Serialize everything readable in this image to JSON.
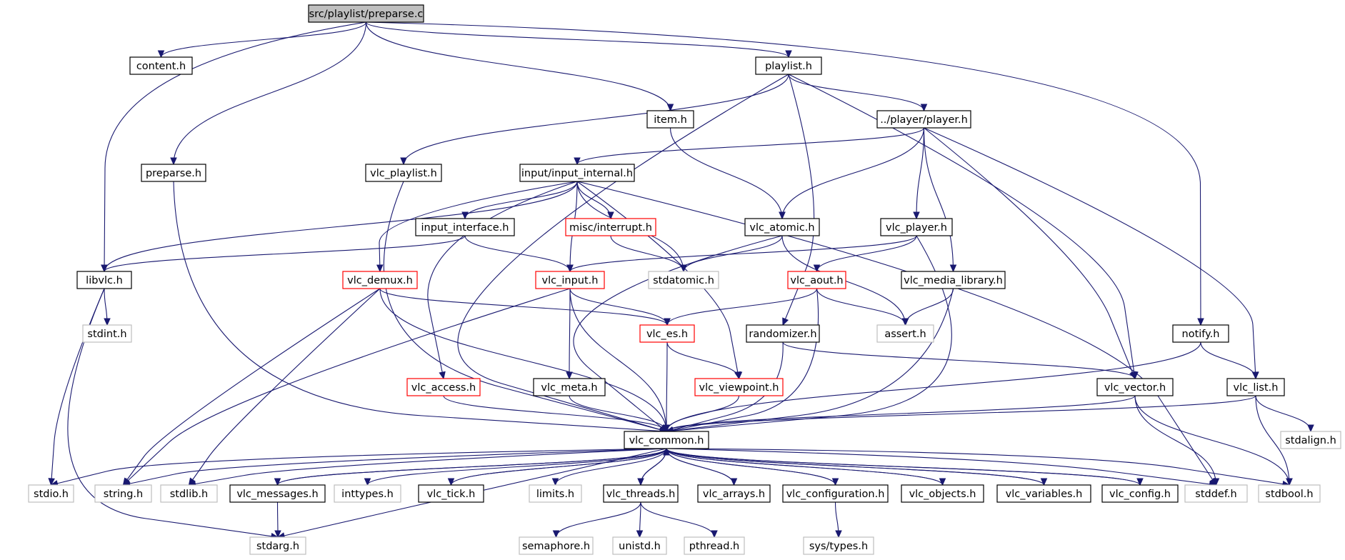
{
  "diagram": {
    "colors": {
      "edge": "#191970",
      "border_normal": "#000000",
      "border_incomplete": "#ff0000",
      "border_system": "#bfbfbf",
      "fill_root": "#bfbfbf",
      "fill_normal": "#ffffff",
      "label": "#000000"
    },
    "nodes": [
      {
        "id": "root",
        "label": "src/playlist/preparse.c",
        "style": "root"
      },
      {
        "id": "content",
        "label": "content.h",
        "style": "normal"
      },
      {
        "id": "playlist",
        "label": "playlist.h",
        "style": "normal"
      },
      {
        "id": "item",
        "label": "item.h",
        "style": "normal"
      },
      {
        "id": "preparse",
        "label": "preparse.h",
        "style": "normal"
      },
      {
        "id": "player",
        "label": "../player/player.h",
        "style": "normal"
      },
      {
        "id": "vlc_playlist",
        "label": "vlc_playlist.h",
        "style": "normal"
      },
      {
        "id": "input_internal",
        "label": "input/input_internal.h",
        "style": "normal"
      },
      {
        "id": "input_interface",
        "label": "input_interface.h",
        "style": "normal"
      },
      {
        "id": "interrupt",
        "label": "misc/interrupt.h",
        "style": "incomplete"
      },
      {
        "id": "vlc_atomic",
        "label": "vlc_atomic.h",
        "style": "normal"
      },
      {
        "id": "vlc_player",
        "label": "vlc_player.h",
        "style": "normal"
      },
      {
        "id": "libvlc",
        "label": "libvlc.h",
        "style": "normal"
      },
      {
        "id": "vlc_demux",
        "label": "vlc_demux.h",
        "style": "incomplete"
      },
      {
        "id": "vlc_input",
        "label": "vlc_input.h",
        "style": "incomplete"
      },
      {
        "id": "stdatomic",
        "label": "stdatomic.h",
        "style": "system"
      },
      {
        "id": "vlc_aout",
        "label": "vlc_aout.h",
        "style": "incomplete"
      },
      {
        "id": "vlc_media_library",
        "label": "vlc_media_library.h",
        "style": "normal"
      },
      {
        "id": "stdint",
        "label": "stdint.h",
        "style": "system"
      },
      {
        "id": "vlc_es",
        "label": "vlc_es.h",
        "style": "incomplete"
      },
      {
        "id": "randomizer",
        "label": "randomizer.h",
        "style": "normal"
      },
      {
        "id": "assert",
        "label": "assert.h",
        "style": "system"
      },
      {
        "id": "notify",
        "label": "notify.h",
        "style": "normal"
      },
      {
        "id": "vlc_access",
        "label": "vlc_access.h",
        "style": "incomplete"
      },
      {
        "id": "vlc_meta",
        "label": "vlc_meta.h",
        "style": "normal"
      },
      {
        "id": "vlc_viewpoint",
        "label": "vlc_viewpoint.h",
        "style": "incomplete"
      },
      {
        "id": "vlc_vector",
        "label": "vlc_vector.h",
        "style": "normal"
      },
      {
        "id": "vlc_list",
        "label": "vlc_list.h",
        "style": "normal"
      },
      {
        "id": "vlc_common",
        "label": "vlc_common.h",
        "style": "normal"
      },
      {
        "id": "stdalign",
        "label": "stdalign.h",
        "style": "system"
      },
      {
        "id": "stdio",
        "label": "stdio.h",
        "style": "system"
      },
      {
        "id": "string",
        "label": "string.h",
        "style": "system"
      },
      {
        "id": "stdlib",
        "label": "stdlib.h",
        "style": "system"
      },
      {
        "id": "vlc_messages",
        "label": "vlc_messages.h",
        "style": "normal"
      },
      {
        "id": "inttypes",
        "label": "inttypes.h",
        "style": "system"
      },
      {
        "id": "vlc_tick",
        "label": "vlc_tick.h",
        "style": "normal"
      },
      {
        "id": "limits",
        "label": "limits.h",
        "style": "system"
      },
      {
        "id": "vlc_threads",
        "label": "vlc_threads.h",
        "style": "normal"
      },
      {
        "id": "vlc_arrays",
        "label": "vlc_arrays.h",
        "style": "normal"
      },
      {
        "id": "vlc_configuration",
        "label": "vlc_configuration.h",
        "style": "normal"
      },
      {
        "id": "vlc_objects",
        "label": "vlc_objects.h",
        "style": "normal"
      },
      {
        "id": "vlc_variables",
        "label": "vlc_variables.h",
        "style": "normal"
      },
      {
        "id": "vlc_config",
        "label": "vlc_config.h",
        "style": "normal"
      },
      {
        "id": "stddef",
        "label": "stddef.h",
        "style": "system"
      },
      {
        "id": "stdbool",
        "label": "stdbool.h",
        "style": "system"
      },
      {
        "id": "stdarg",
        "label": "stdarg.h",
        "style": "system"
      },
      {
        "id": "semaphore",
        "label": "semaphore.h",
        "style": "system"
      },
      {
        "id": "unistd",
        "label": "unistd.h",
        "style": "system"
      },
      {
        "id": "pthread",
        "label": "pthread.h",
        "style": "system"
      },
      {
        "id": "sys_types",
        "label": "sys/types.h",
        "style": "system"
      }
    ],
    "edges": [
      [
        "root",
        "content"
      ],
      [
        "root",
        "playlist"
      ],
      [
        "root",
        "item"
      ],
      [
        "root",
        "preparse"
      ],
      [
        "root",
        "libvlc"
      ],
      [
        "root",
        "notify"
      ],
      [
        "playlist",
        "player"
      ],
      [
        "playlist",
        "vlc_playlist"
      ],
      [
        "playlist",
        "randomizer"
      ],
      [
        "playlist",
        "vlc_vector"
      ],
      [
        "playlist",
        "vlc_common"
      ],
      [
        "item",
        "vlc_atomic"
      ],
      [
        "preparse",
        "vlc_common"
      ],
      [
        "player",
        "input_internal"
      ],
      [
        "player",
        "vlc_player"
      ],
      [
        "player",
        "vlc_atomic"
      ],
      [
        "player",
        "vlc_media_library"
      ],
      [
        "player",
        "vlc_vector"
      ],
      [
        "player",
        "vlc_list"
      ],
      [
        "vlc_playlist",
        "vlc_common"
      ],
      [
        "input_internal",
        "libvlc"
      ],
      [
        "input_internal",
        "input_interface"
      ],
      [
        "input_internal",
        "interrupt"
      ],
      [
        "input_internal",
        "vlc_demux"
      ],
      [
        "input_internal",
        "vlc_input"
      ],
      [
        "input_internal",
        "stdatomic"
      ],
      [
        "input_internal",
        "vlc_access"
      ],
      [
        "input_internal",
        "vlc_viewpoint"
      ],
      [
        "input_internal",
        "stddef"
      ],
      [
        "input_interface",
        "libvlc"
      ],
      [
        "input_interface",
        "vlc_input"
      ],
      [
        "interrupt",
        "stdatomic"
      ],
      [
        "vlc_atomic",
        "vlc_common"
      ],
      [
        "vlc_atomic",
        "stdatomic"
      ],
      [
        "vlc_atomic",
        "assert"
      ],
      [
        "vlc_player",
        "vlc_input"
      ],
      [
        "vlc_player",
        "vlc_aout"
      ],
      [
        "vlc_player",
        "vlc_common"
      ],
      [
        "libvlc",
        "stdint"
      ],
      [
        "libvlc",
        "stdio"
      ],
      [
        "libvlc",
        "stdarg"
      ],
      [
        "vlc_demux",
        "vlc_es"
      ],
      [
        "vlc_demux",
        "vlc_common"
      ],
      [
        "vlc_demux",
        "string"
      ],
      [
        "vlc_demux",
        "stdlib"
      ],
      [
        "vlc_input",
        "vlc_es"
      ],
      [
        "vlc_input",
        "vlc_meta"
      ],
      [
        "vlc_input",
        "vlc_common"
      ],
      [
        "vlc_input",
        "string"
      ],
      [
        "vlc_aout",
        "vlc_es"
      ],
      [
        "vlc_aout",
        "assert"
      ],
      [
        "vlc_aout",
        "vlc_common"
      ],
      [
        "vlc_media_library",
        "assert"
      ],
      [
        "vlc_media_library",
        "vlc_common"
      ],
      [
        "vlc_es",
        "vlc_viewpoint"
      ],
      [
        "vlc_es",
        "vlc_common"
      ],
      [
        "randomizer",
        "vlc_vector"
      ],
      [
        "randomizer",
        "vlc_common"
      ],
      [
        "notify",
        "vlc_list"
      ],
      [
        "notify",
        "vlc_common"
      ],
      [
        "vlc_access",
        "vlc_common"
      ],
      [
        "vlc_meta",
        "vlc_common"
      ],
      [
        "vlc_viewpoint",
        "vlc_common"
      ],
      [
        "vlc_vector",
        "vlc_common"
      ],
      [
        "vlc_vector",
        "stddef"
      ],
      [
        "vlc_vector",
        "stdbool"
      ],
      [
        "vlc_list",
        "vlc_common"
      ],
      [
        "vlc_list",
        "stdalign"
      ],
      [
        "vlc_list",
        "stdbool"
      ],
      [
        "vlc_common",
        "stdio"
      ],
      [
        "vlc_common",
        "string"
      ],
      [
        "vlc_common",
        "stdlib"
      ],
      [
        "vlc_common",
        "vlc_messages"
      ],
      [
        "vlc_common",
        "inttypes"
      ],
      [
        "vlc_common",
        "vlc_tick"
      ],
      [
        "vlc_common",
        "limits"
      ],
      [
        "vlc_common",
        "vlc_threads"
      ],
      [
        "vlc_common",
        "vlc_arrays"
      ],
      [
        "vlc_common",
        "vlc_configuration"
      ],
      [
        "vlc_common",
        "vlc_objects"
      ],
      [
        "vlc_common",
        "vlc_variables"
      ],
      [
        "vlc_common",
        "vlc_config"
      ],
      [
        "vlc_common",
        "stddef"
      ],
      [
        "vlc_common",
        "stdbool"
      ],
      [
        "vlc_common",
        "stdarg"
      ],
      [
        "vlc_messages",
        "vlc_common"
      ],
      [
        "vlc_messages",
        "stdarg"
      ],
      [
        "vlc_tick",
        "vlc_common"
      ],
      [
        "vlc_threads",
        "vlc_common"
      ],
      [
        "vlc_threads",
        "semaphore"
      ],
      [
        "vlc_threads",
        "unistd"
      ],
      [
        "vlc_threads",
        "pthread"
      ],
      [
        "vlc_arrays",
        "vlc_common"
      ],
      [
        "vlc_configuration",
        "vlc_common"
      ],
      [
        "vlc_configuration",
        "sys_types"
      ],
      [
        "vlc_objects",
        "vlc_common"
      ],
      [
        "vlc_variables",
        "vlc_common"
      ],
      [
        "vlc_config",
        "vlc_common"
      ]
    ]
  }
}
